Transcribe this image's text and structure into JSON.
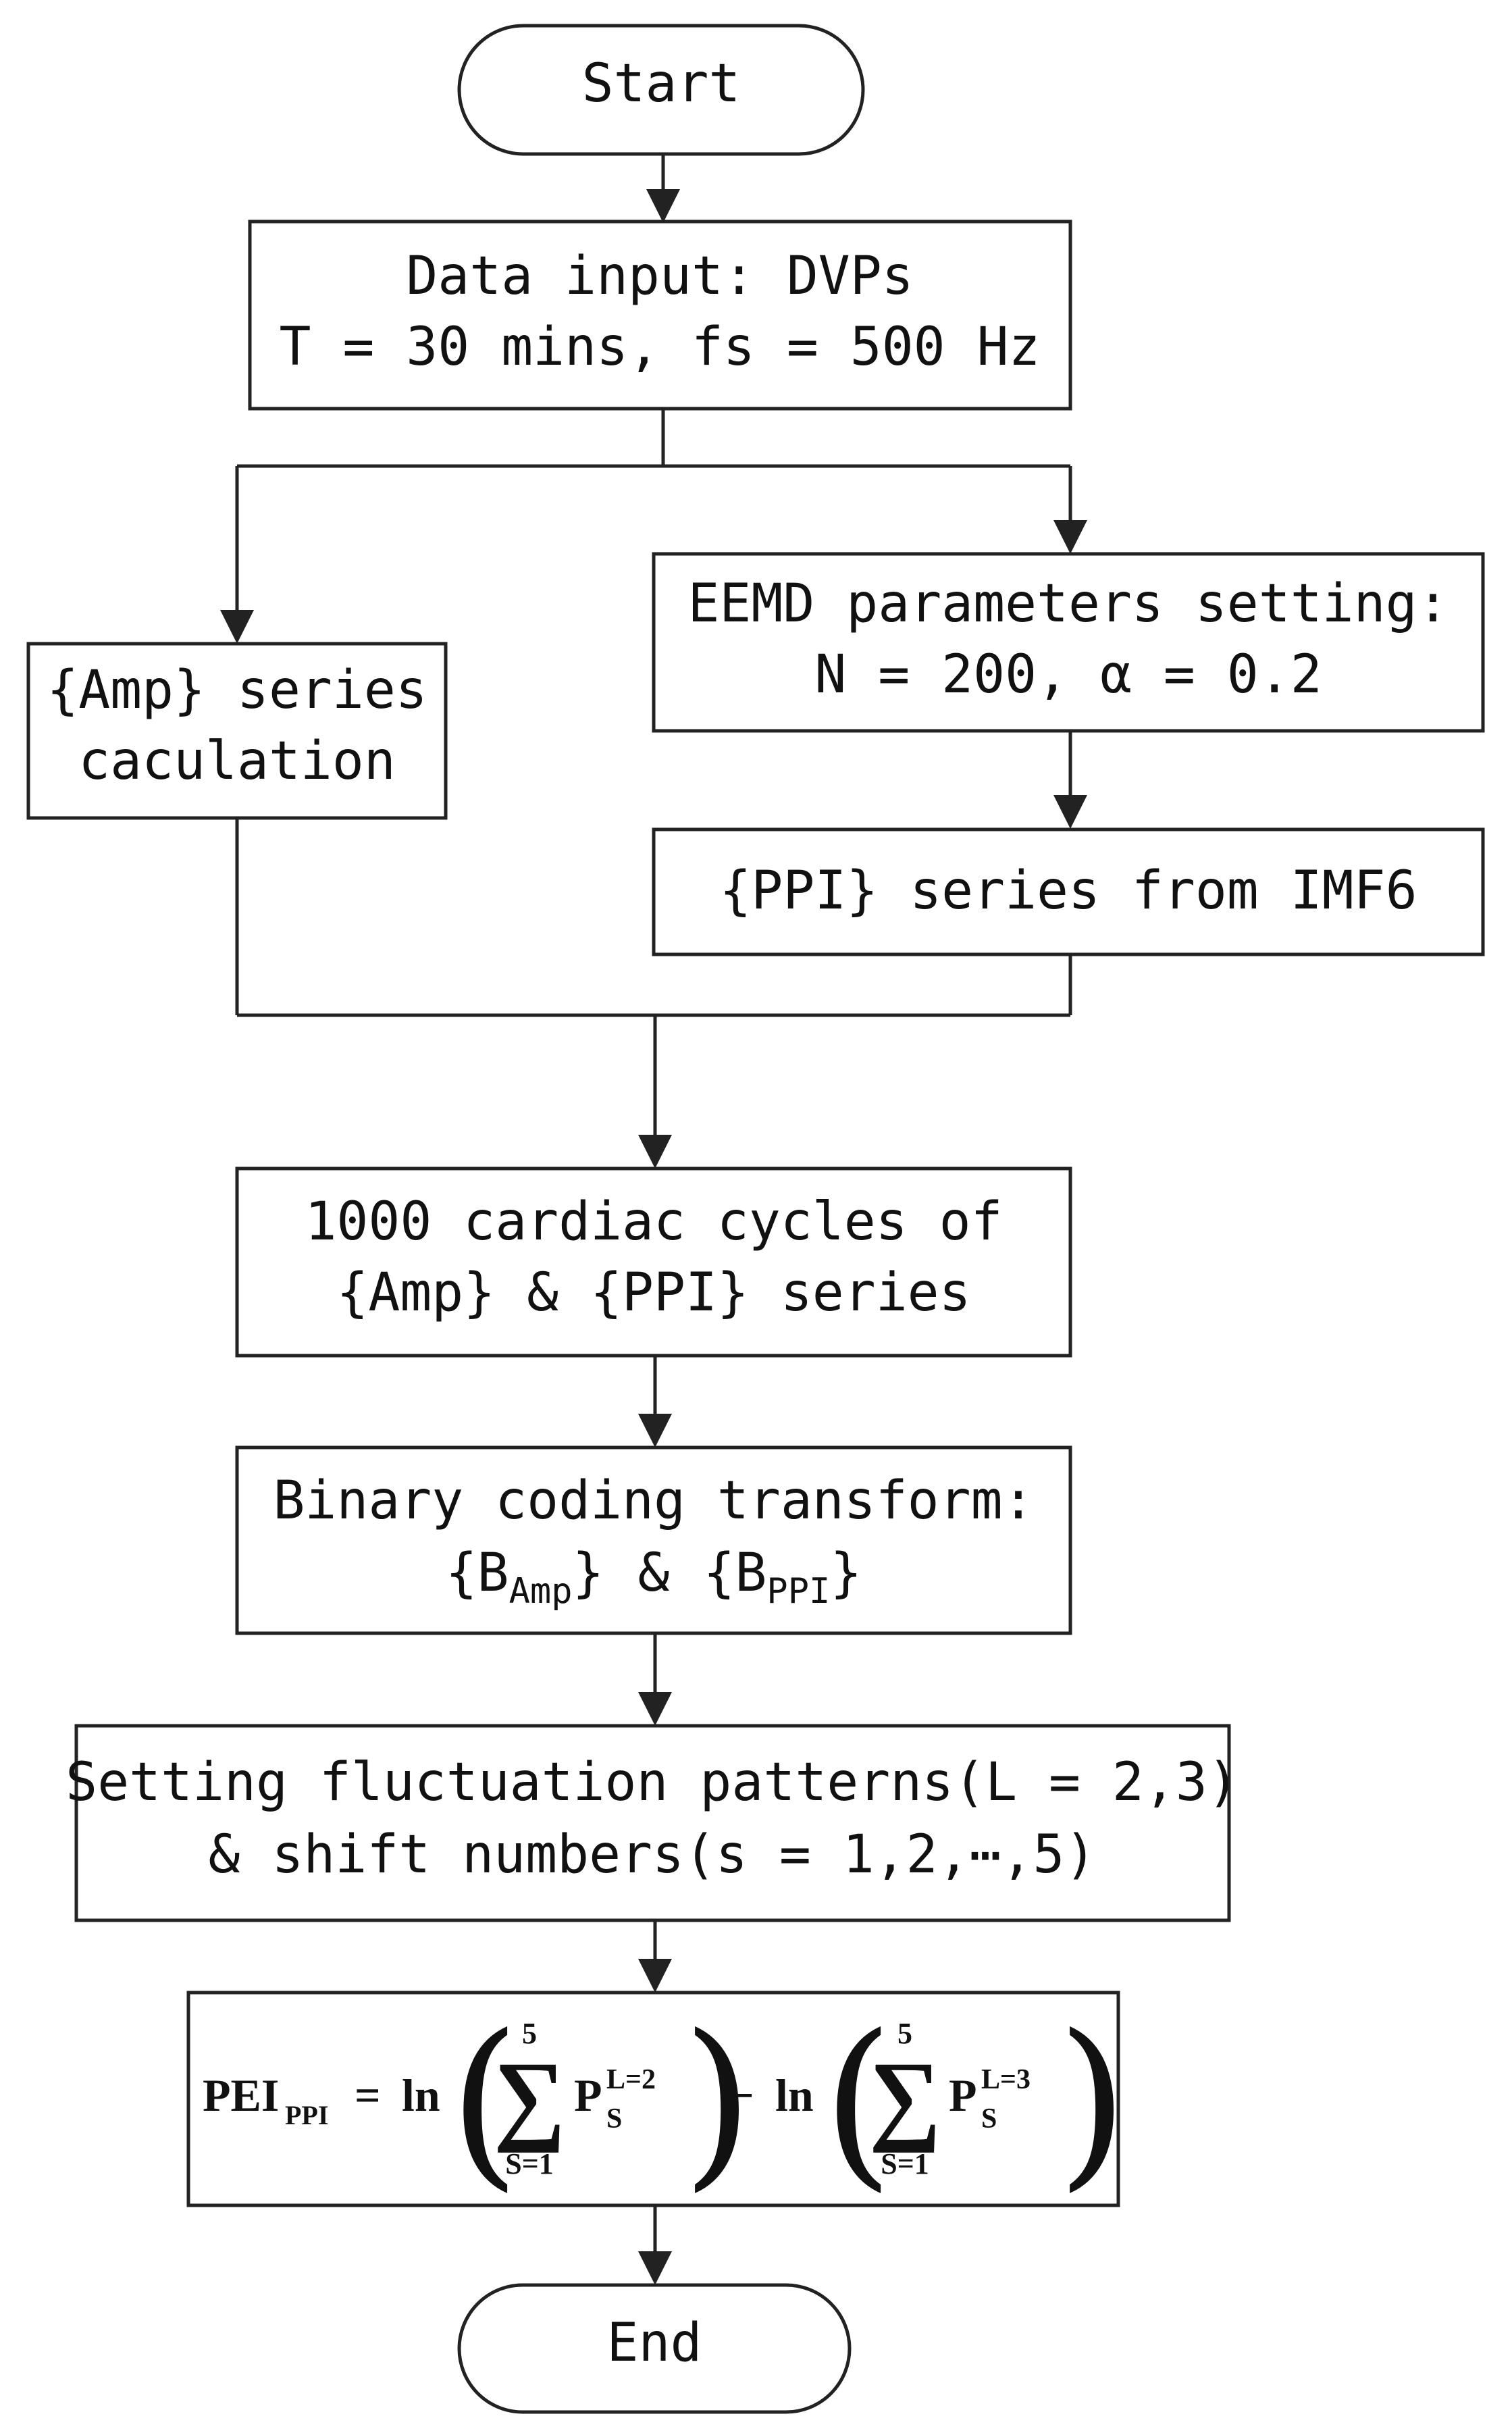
{
  "nodes": {
    "start": "Start",
    "input": {
      "line1": "Data input: DVPs",
      "line2": "T = 30 mins, fs = 500 Hz"
    },
    "eemd": {
      "line1": "EEMD parameters setting:",
      "line2": "N = 200,  α = 0.2"
    },
    "amp": {
      "line1": "{Amp} series",
      "line2": "caculation"
    },
    "ppi": "{PPI} series from IMF6",
    "cycles": {
      "line1": "1000 cardiac cycles of",
      "line2": "{Amp} & {PPI} series"
    },
    "binary": {
      "line1": "Binary coding transform:",
      "open1": "{B",
      "sub1": "Amp",
      "close1": "}",
      "amp_sep": "&",
      "open2": "{B",
      "sub2": "PPI",
      "close2": "}"
    },
    "patterns": {
      "line1": "Setting fluctuation patterns(L = 2,3)",
      "line2": "& shift numbers(s = 1,2,⋯,5)"
    },
    "formula": {
      "lhs": "PEI",
      "lhs_sub": "PPI",
      "eq": "=",
      "ln": "ln",
      "minus": "−",
      "sum_symbol": "∑",
      "sum_top": "5",
      "sum_bottom": "S=1",
      "p": "P",
      "p_sub": "S",
      "p_sup_1": "L=2",
      "p_sup_2": "L=3"
    },
    "end": "End"
  }
}
